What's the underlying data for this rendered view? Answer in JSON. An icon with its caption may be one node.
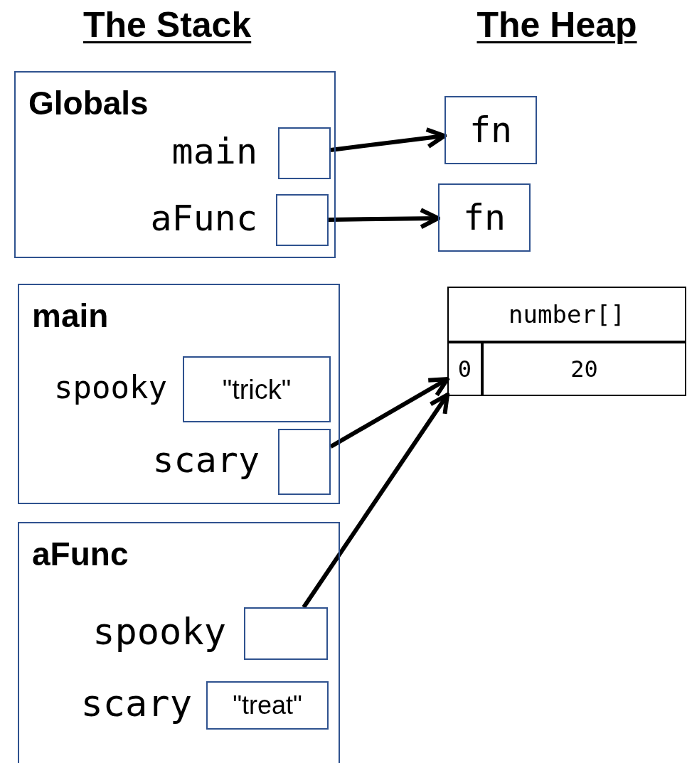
{
  "diagram": {
    "nodes": [
      {
        "text": [
          "Globals"
        ]
      },
      {
        "text": [],
        "shape": "box",
        "in": 0,
        "beside": [
          "main"
        ]
      },
      {
        "text": [],
        "shape": "box",
        "in": 0,
        "beside": [
          "aFunc"
        ]
      },
      {
        "text": [
          "fn"
        ]
      },
      {
        "text": [
          "fn"
        ]
      },
      {
        "text": [
          "main"
        ]
      },
      {
        "text": [
          "\"trick\""
        ],
        "in": 5,
        "beside": [
          "spooky"
        ]
      },
      {
        "text": [],
        "shape": "box",
        "in": 5,
        "beside": [
          "scary"
        ]
      },
      {
        "text": [
          "aFunc"
        ]
      },
      {
        "text": [],
        "shape": "box",
        "in": 8,
        "beside": [
          "spooky"
        ]
      },
      {
        "text": [
          "\"treat\""
        ],
        "in": 8,
        "beside": [
          "scary"
        ]
      },
      {
        "text": [
          "number[]"
        ]
      },
      {
        "text": [
          "0"
        ],
        "in": 11
      },
      {
        "text": [
          "20"
        ],
        "in": 11
      }
    ],
    "edges": [
      {
        "from": 1,
        "to": 3,
        "arrow": "to"
      },
      {
        "from": 2,
        "to": 4,
        "arrow": "to"
      },
      {
        "from": 7,
        "to": 12,
        "arrow": "to"
      },
      {
        "from": 9,
        "to": 12,
        "arrow": "to"
      }
    ],
    "labels": [
      "The Stack",
      "The Heap"
    ]
  }
}
